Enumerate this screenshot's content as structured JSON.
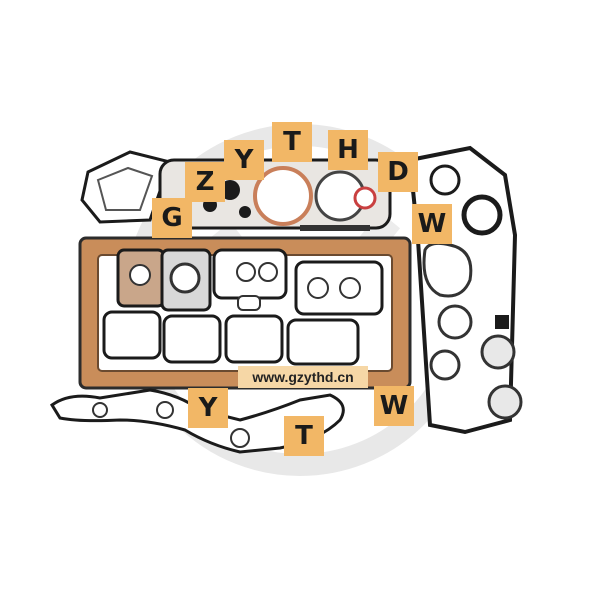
{
  "watermark": {
    "letters_top": [
      "G",
      "Z",
      "Y",
      "T",
      "H",
      "D",
      "W"
    ],
    "letters_bottom": [
      "Y",
      "T",
      "W"
    ],
    "url": "www.gzythd.cn",
    "tile_color": "#f2b766"
  },
  "subject": {
    "gasket_color": "#1b1b1b",
    "cork_color": "#c98d5a"
  }
}
